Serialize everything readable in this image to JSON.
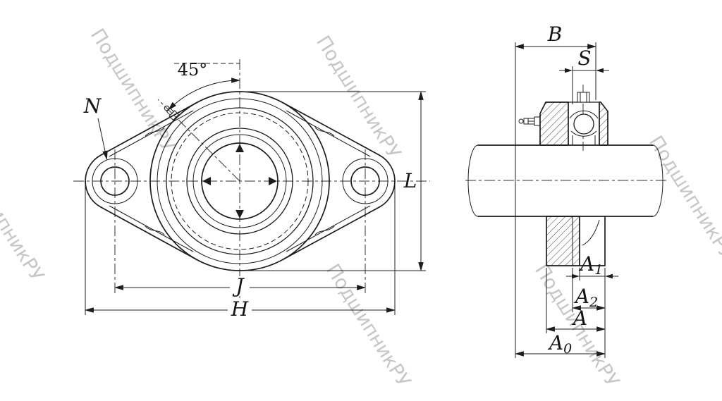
{
  "watermark": {
    "text": "ПодшипникРУ",
    "color": "#c6c6c6"
  },
  "colors": {
    "background": "#ffffff",
    "line": "#1c1c1c"
  },
  "front_view": {
    "labels": {
      "bolt_hole": "N",
      "angle": "45°",
      "height": "L",
      "bolt_spacing": "J",
      "overall_length": "H"
    }
  },
  "side_view": {
    "labels": {
      "width": "B",
      "screw": "S",
      "a1": {
        "base": "A",
        "sub": "1"
      },
      "a2": {
        "base": "A",
        "sub": "2"
      },
      "a": "A",
      "a0": {
        "base": "A",
        "sub": "0"
      }
    }
  }
}
